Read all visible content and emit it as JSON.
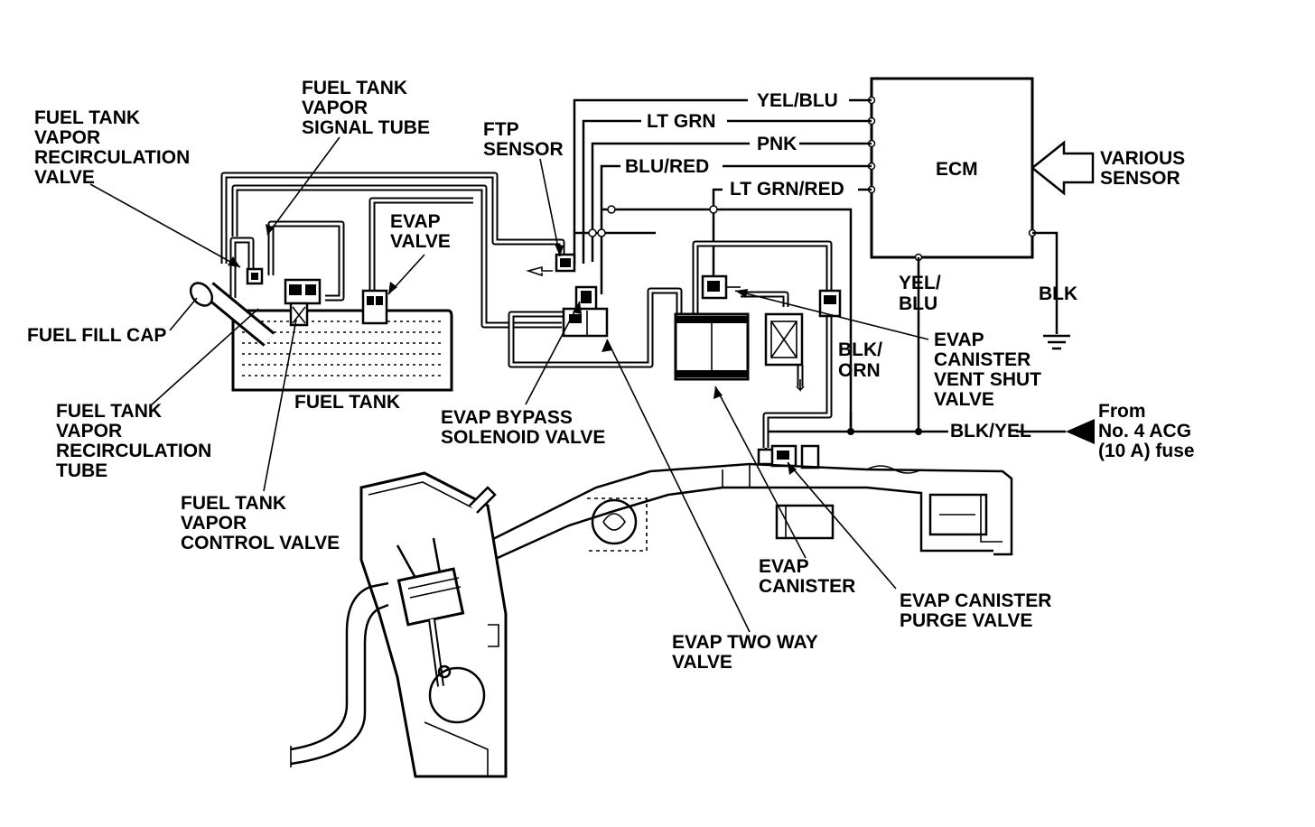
{
  "components": {
    "ecm": "ECM",
    "various_sensor": [
      "VARIOUS",
      "SENSOR"
    ],
    "fuel_tank_vapor_recirculation_valve": [
      "FUEL TANK",
      "VAPOR",
      "RECIRCULATION",
      "VALVE"
    ],
    "fuel_tank_vapor_signal_tube": [
      "FUEL TANK",
      "VAPOR",
      "SIGNAL TUBE"
    ],
    "ftp_sensor": [
      "FTP",
      "SENSOR"
    ],
    "evap_valve": [
      "EVAP",
      "VALVE"
    ],
    "fuel_fill_cap": "FUEL FILL CAP",
    "fuel_tank_vapor_recirculation_tube": [
      "FUEL TANK",
      "VAPOR",
      "RECIRCULATION",
      "TUBE"
    ],
    "fuel_tank": "FUEL TANK",
    "fuel_tank_vapor_control_valve": [
      "FUEL TANK",
      "VAPOR",
      "CONTROL VALVE"
    ],
    "evap_bypass_solenoid_valve": [
      "EVAP BYPASS",
      "SOLENOID VALVE"
    ],
    "evap_canister_vent_shut_valve": [
      "EVAP",
      "CANISTER",
      "VENT SHUT",
      "VALVE"
    ],
    "evap_canister": [
      "EVAP",
      "CANISTER"
    ],
    "evap_canister_purge_valve": [
      "EVAP CANISTER",
      "PURGE VALVE"
    ],
    "evap_two_way_valve": [
      "EVAP TWO WAY",
      "VALVE"
    ],
    "fuse_source": [
      "From",
      "No. 4 ACG",
      "(10 A) fuse"
    ]
  },
  "wires": {
    "yel_blu": "YEL/BLU",
    "lt_grn": "LT GRN",
    "pnk": "PNK",
    "blu_red": "BLU/RED",
    "lt_grn_red": "LT GRN/RED",
    "yel_blu_stacked": [
      "YEL/",
      "BLU"
    ],
    "blk_orn": [
      "BLK/",
      "ORN"
    ],
    "blk_yel": "BLK/YEL",
    "blk": "BLK"
  }
}
